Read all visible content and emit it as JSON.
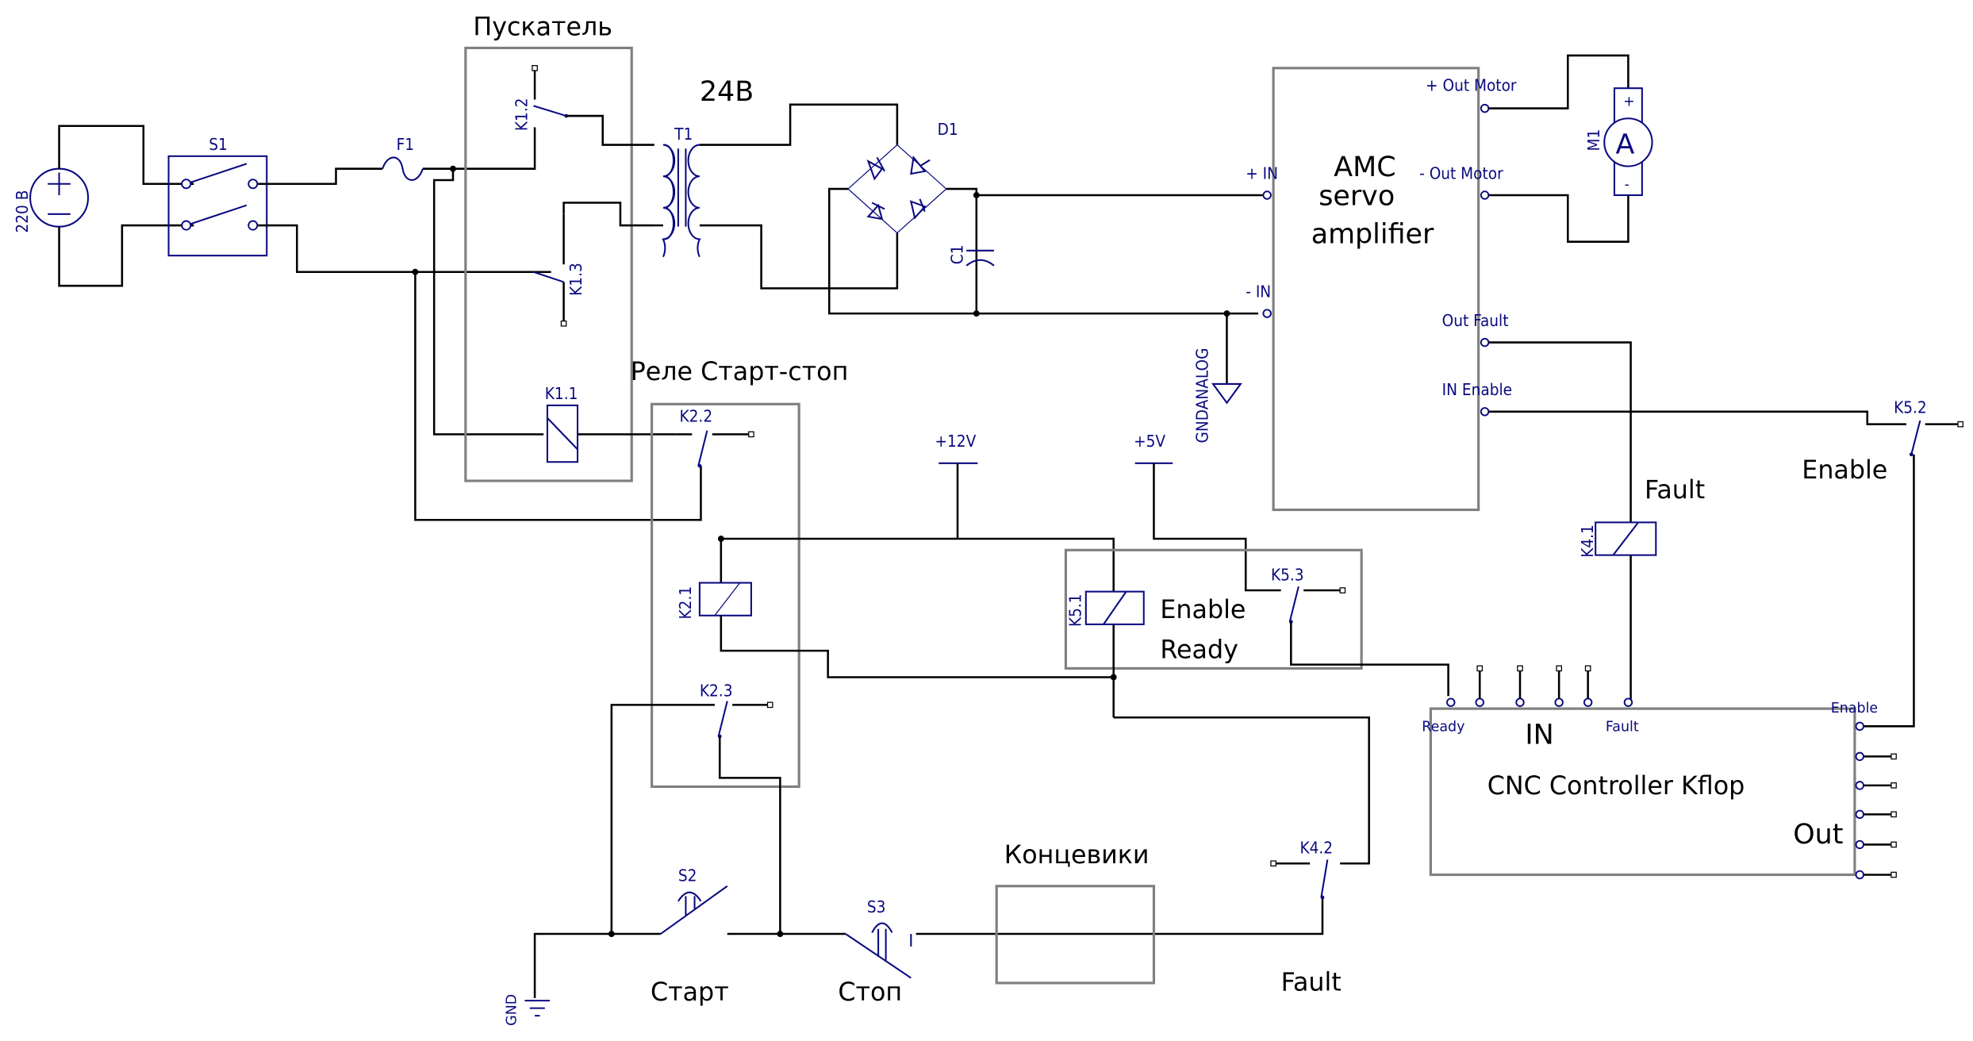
{
  "diagram": {
    "title": "Servo drive control wiring schematic",
    "labels": {
      "source": "220 В",
      "s1": "S1",
      "f1": "F1",
      "starter_group": "Пускатель",
      "k1_2": "K1.2",
      "k1_3": "K1.3",
      "k1_1": "K1.1",
      "voltage_24": "24В",
      "t1": "T1",
      "d1": "D1",
      "c1": "C1",
      "relay_group": "Реле Старт-стоп",
      "k2_2": "K2.2",
      "k2_1": "K2.1",
      "k2_3": "K2.3",
      "plus12": "+12V",
      "plus5": "+5V",
      "gndanalog": "GNDANALOG",
      "k5_1": "K5.1",
      "k5_3": "K5.3",
      "k5_2": "K5.2",
      "k4_1": "K4.1",
      "k4_2": "K4.2",
      "enable_ready_line1": "Enable",
      "enable_ready_line2": "Ready",
      "fault_top": "Fault",
      "enable_right": "Enable",
      "limit_switches": "Концевики",
      "s2": "S2",
      "s3": "S3",
      "start": "Старт",
      "stop": "Стоп",
      "fault_bottom": "Fault",
      "gnd": "GND",
      "m1": "M1",
      "motor_letter": "A",
      "motor_plus": "+",
      "motor_minus": "-"
    },
    "amplifier": {
      "title_line1": "AMC",
      "title_line2": "servo",
      "title_line3": "amplifier",
      "pins": {
        "plus_in": "+  IN",
        "minus_in": "-  IN",
        "plus_out_motor": "+  Out  Motor",
        "minus_out_motor": "-  Out  Motor",
        "out_fault": "Out  Fault",
        "in_enable": "IN  Enable"
      }
    },
    "controller": {
      "title": "CNC  Controller  Kflop",
      "in_label": "IN",
      "out_label": "Out",
      "pin_ready": "Ready",
      "pin_fault": "Fault",
      "pin_enable": "Enable"
    }
  }
}
